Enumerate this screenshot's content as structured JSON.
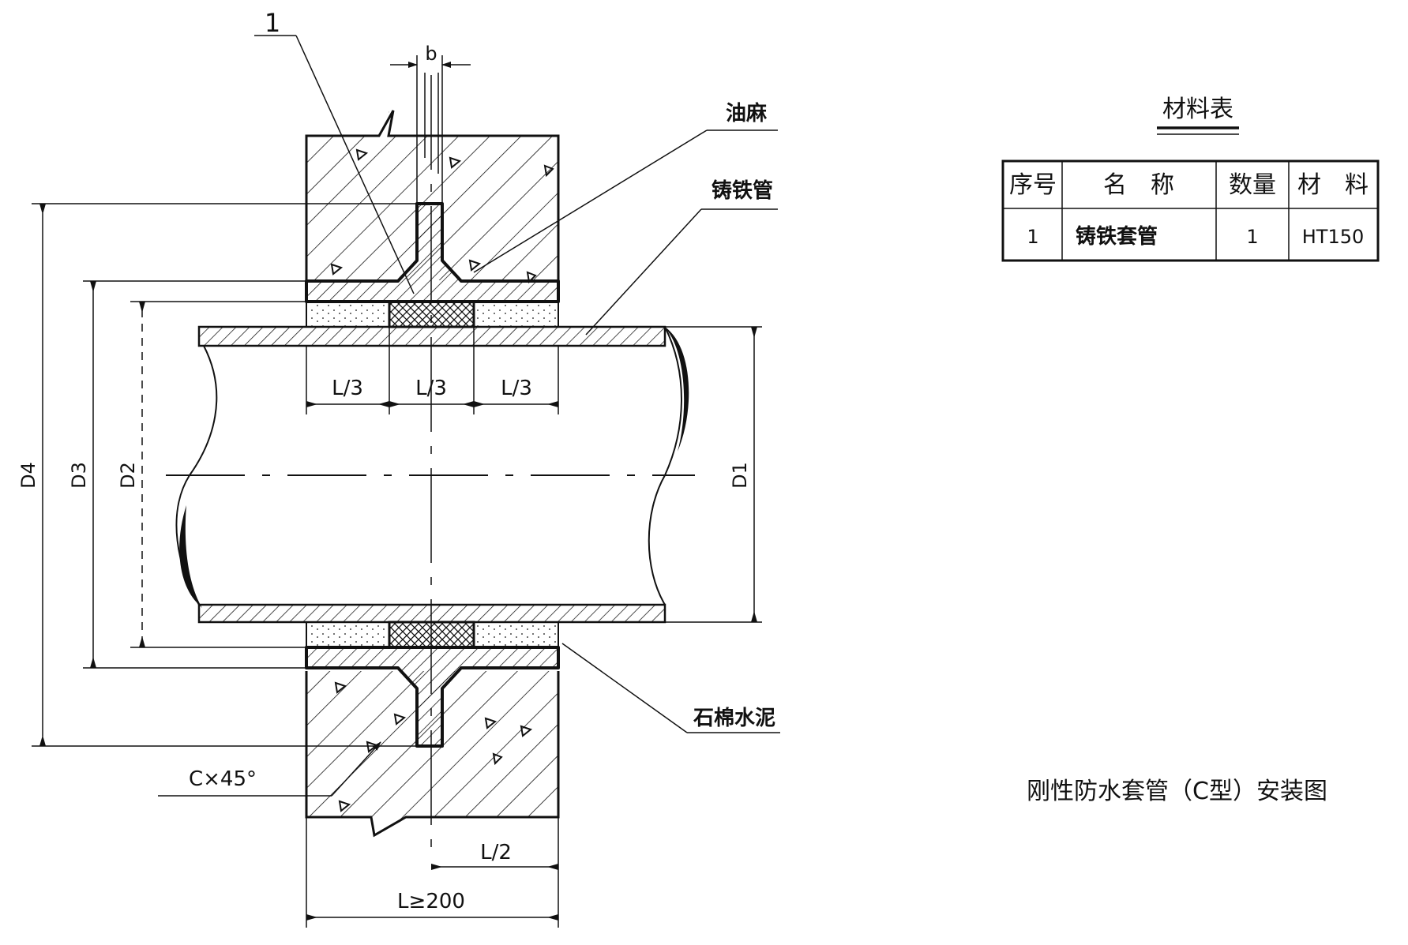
{
  "drawing": {
    "part_callout": "1",
    "dim_b": "b",
    "label_oakum": "油麻",
    "label_cast_iron_pipe": "铸铁管",
    "label_asbestos_cement": "石棉水泥",
    "dim_l3_left": "L/3",
    "dim_l3_mid": "L/3",
    "dim_l3_right": "L/3",
    "dim_d4": "D4",
    "dim_d3": "D3",
    "dim_d2": "D2",
    "dim_d1": "D1",
    "dim_chamfer": "C×45°",
    "dim_half_length": "L/2",
    "dim_length": "L≥200"
  },
  "material_table": {
    "title": "材料表",
    "headers": [
      "序号",
      "名　称",
      "数量",
      "材　料"
    ],
    "rows": [
      [
        "1",
        "铸铁套管",
        "1",
        "HT150"
      ]
    ]
  },
  "caption": "刚性防水套管（C型）安装图"
}
